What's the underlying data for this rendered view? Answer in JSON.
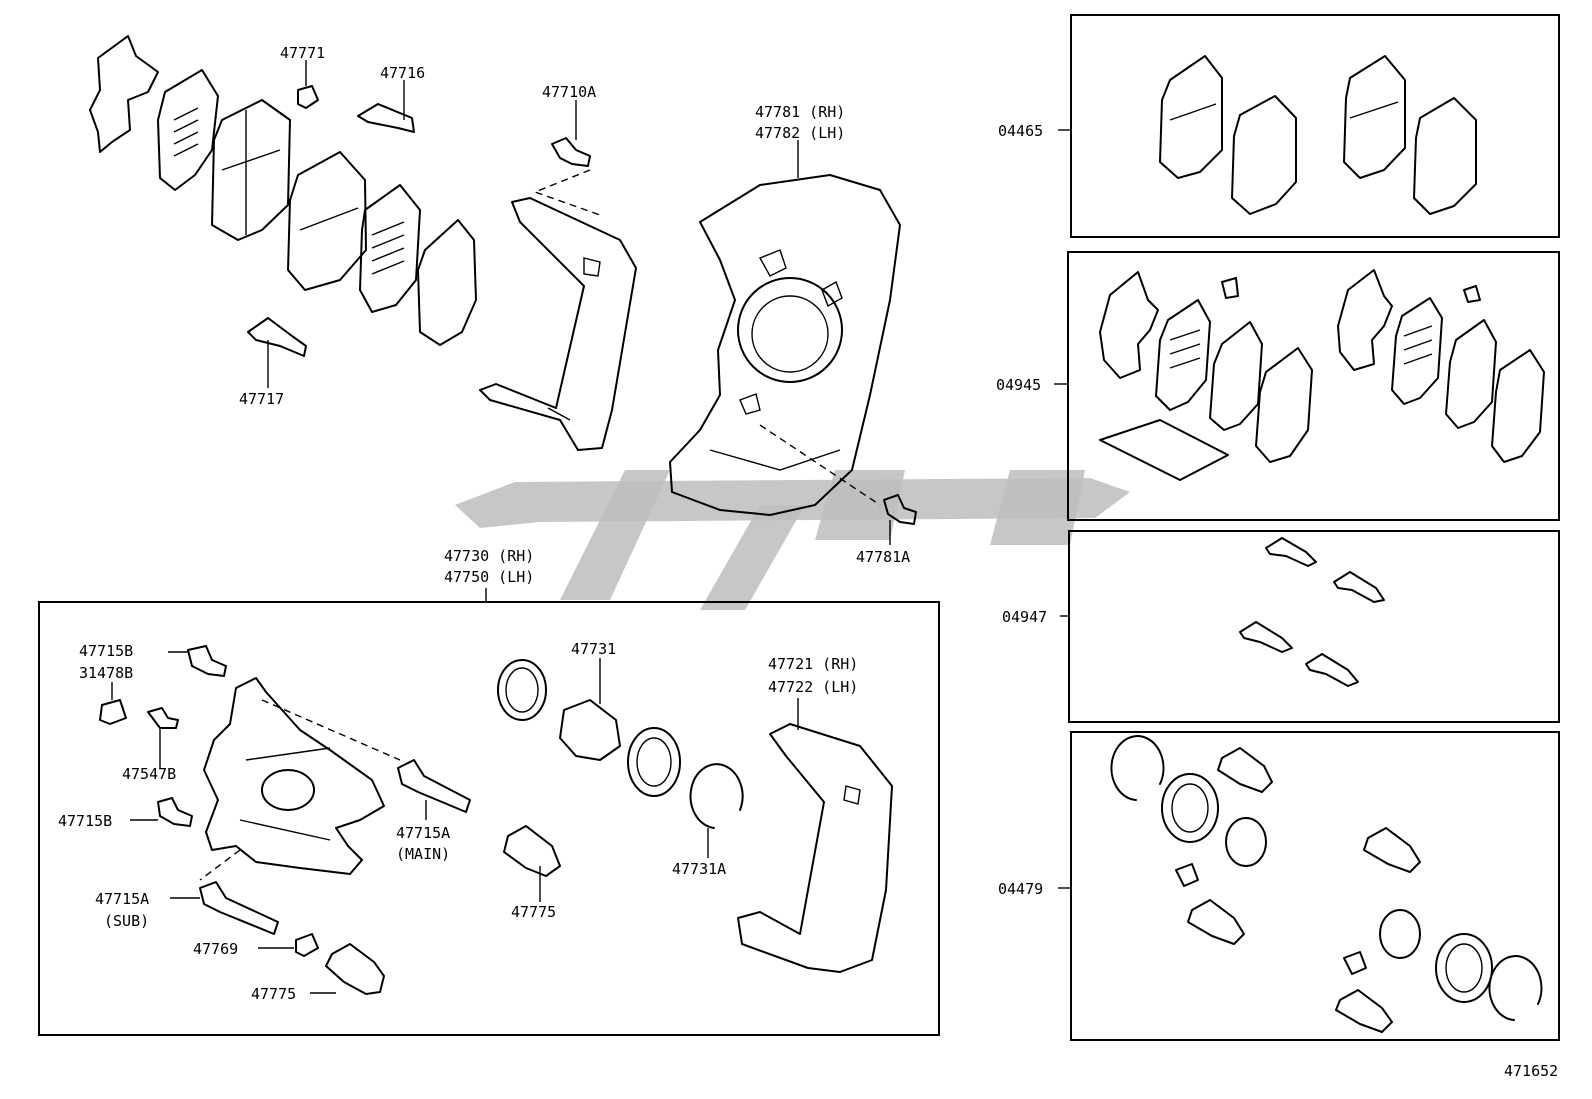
{
  "labels": {
    "p47771": "47771",
    "p47716": "47716",
    "p47710a": "47710A",
    "p47781_rh": "47781 (RH)",
    "p47782_lh": "47782 (LH)",
    "p47717": "47717",
    "p47781a": "47781A",
    "p47730_rh": "47730 (RH)",
    "p47750_lh": "47750 (LH)",
    "p47715b_top": "47715B",
    "p31478b": "31478B",
    "p47547b": "47547B",
    "p47715b_mid": "47715B",
    "p47715a_main": "47715A",
    "main_note": "(MAIN)",
    "p47715a_sub": "47715A",
    "sub_note": "(SUB)",
    "p47769": "47769",
    "p47775_left": "47775",
    "p47731": "47731",
    "p47775_mid": "47775",
    "p47731a": "47731A",
    "p47721_rh": "47721 (RH)",
    "p47722_lh": "47722 (LH)",
    "k04465": "04465",
    "k04945": "04945",
    "k04947": "04947",
    "k04479": "04479",
    "diagram_id": "471652"
  }
}
